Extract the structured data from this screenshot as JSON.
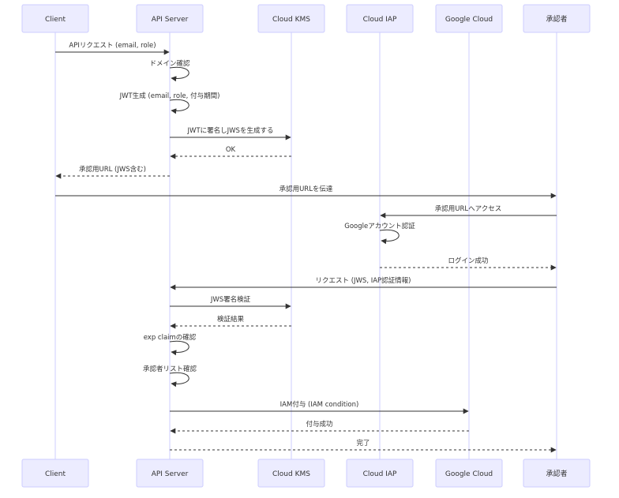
{
  "participants": [
    {
      "id": "client",
      "label": "Client"
    },
    {
      "id": "api",
      "label": "API Server"
    },
    {
      "id": "kms",
      "label": "Cloud KMS"
    },
    {
      "id": "iap",
      "label": "Cloud IAP"
    },
    {
      "id": "gcloud",
      "label": "Google Cloud"
    },
    {
      "id": "approver",
      "label": "承認者"
    }
  ],
  "messages": [
    {
      "from": "client",
      "to": "api",
      "text": "APIリクエスト (email, role)",
      "style": "solid"
    },
    {
      "from": "api",
      "to": "api",
      "text": "ドメイン確認",
      "style": "solid"
    },
    {
      "from": "api",
      "to": "api",
      "text": "JWT生成 (email, role, 付与期間)",
      "style": "solid"
    },
    {
      "from": "api",
      "to": "kms",
      "text": "JWTに署名しJWSを生成する",
      "style": "solid"
    },
    {
      "from": "kms",
      "to": "api",
      "text": "OK",
      "style": "dashed"
    },
    {
      "from": "api",
      "to": "client",
      "text": "承認用URL (JWS含む)",
      "style": "dashed"
    },
    {
      "from": "client",
      "to": "approver",
      "text": "承認用URLを伝達",
      "style": "solid"
    },
    {
      "from": "approver",
      "to": "iap",
      "text": "承認用URLへアクセス",
      "style": "solid"
    },
    {
      "from": "iap",
      "to": "iap",
      "text": "Googleアカウント認証",
      "style": "solid"
    },
    {
      "from": "iap",
      "to": "approver",
      "text": "ログイン成功",
      "style": "dashed"
    },
    {
      "from": "approver",
      "to": "api",
      "text": "リクエスト (JWS, IAP認証情報)",
      "style": "solid"
    },
    {
      "from": "api",
      "to": "kms",
      "text": "JWS署名検証",
      "style": "solid"
    },
    {
      "from": "kms",
      "to": "api",
      "text": "検証結果",
      "style": "dashed"
    },
    {
      "from": "api",
      "to": "api",
      "text": "exp claimの確認",
      "style": "solid"
    },
    {
      "from": "api",
      "to": "api",
      "text": "承認者リスト確認",
      "style": "solid"
    },
    {
      "from": "api",
      "to": "gcloud",
      "text": "IAM付与 (IAM condition)",
      "style": "solid"
    },
    {
      "from": "gcloud",
      "to": "api",
      "text": "付与成功",
      "style": "dashed"
    },
    {
      "from": "api",
      "to": "approver",
      "text": "完了",
      "style": "dashed"
    }
  ]
}
